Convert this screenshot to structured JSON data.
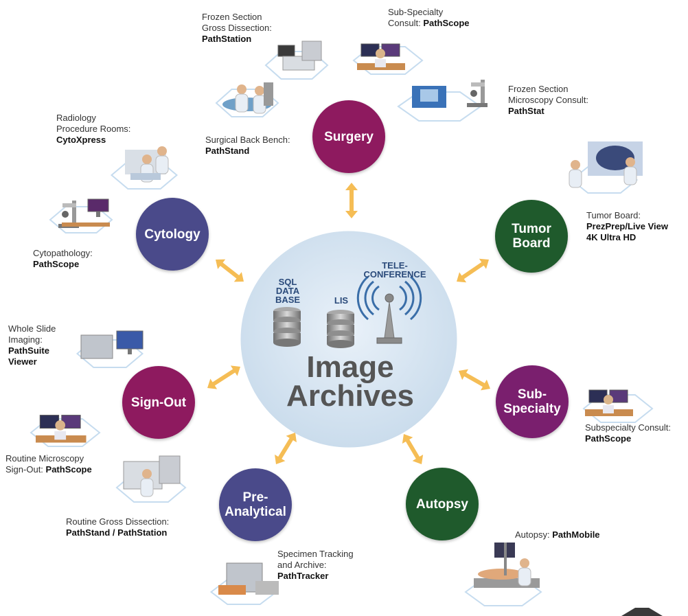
{
  "colors": {
    "surgery": "#8e1a5f",
    "cytology": "#4a4a8a",
    "tumor_board": "#1f5a2c",
    "sign_out": "#8e1a5f",
    "sub_specialty": "#7a1f6e",
    "pre_analytical": "#4a4a8a",
    "autopsy": "#1f5a2c",
    "hub": "#dbe8f4",
    "arrow": "#f5bd55",
    "hex": "#c6dcef"
  },
  "hub": {
    "title_line1": "Image",
    "title_line2": "Archives",
    "sql": "SQL\nDATA\nBASE",
    "lis": "LIS",
    "tele": "TELE-\nCONFERENCE",
    "icons": [
      "database-icon",
      "database-icon",
      "antenna-icon"
    ]
  },
  "nodes": {
    "surgery": "Surgery",
    "cytology": "Cytology",
    "tumor_board": "Tumor\nBoard",
    "sign_out": "Sign-Out",
    "sub_specialty": "Sub-\nSpecialty",
    "pre_analytical": "Pre-\nAnalytical",
    "autopsy": "Autopsy"
  },
  "labels": {
    "frozen_gross": {
      "text": "Frozen Section\nGross Dissection:",
      "product": "PathStation"
    },
    "subspecialty_top": {
      "text": "Sub-Specialty\nConsult: ",
      "product": "PathScope"
    },
    "frozen_micro": {
      "text": "Frozen Section\nMicroscopy Consult:",
      "product": "PathStat"
    },
    "surgical_back": {
      "text": "Surgical Back Bench:",
      "product": "PathStand"
    },
    "radiology": {
      "text": "Radiology\nProcedure Rooms:",
      "product": "CytoXpress"
    },
    "tumor_board": {
      "text": "Tumor Board:",
      "product": "PrezPrep/Live View\n4K Ultra HD"
    },
    "cytopathology": {
      "text": "Cytopathology:",
      "product": "PathScope"
    },
    "whole_slide": {
      "text": "Whole Slide\nImaging:",
      "product": "PathSuite\nViewer"
    },
    "subspecialty_consult": {
      "text": "Subspecialty Consult:",
      "product": "PathScope"
    },
    "routine_micro": {
      "text": "Routine Microscopy\nSign-Out: ",
      "product": "PathScope"
    },
    "routine_gross": {
      "text": "Routine Gross Dissection:",
      "product": "PathStand / PathStation"
    },
    "autopsy": {
      "text": "Autopsy: ",
      "product": "PathMobile"
    },
    "specimen": {
      "text": "Specimen Tracking\nand Archive:",
      "product": "PathTracker"
    }
  },
  "station_icons": [
    "workstation-icon",
    "microscope-icon",
    "surgery-icon",
    "scanner-icon",
    "autopsy-table-icon",
    "tracker-icon"
  ]
}
